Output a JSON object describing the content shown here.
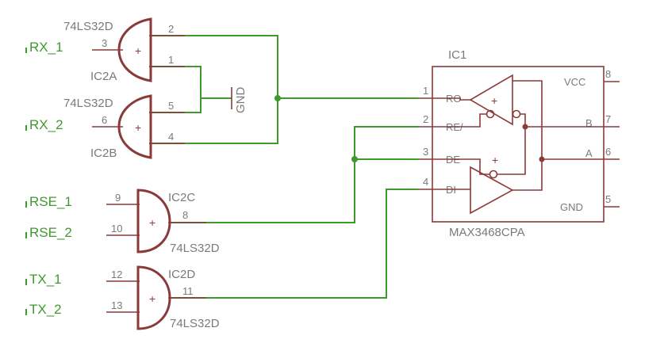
{
  "nets": {
    "rx1": "RX_1",
    "rx2": "RX_2",
    "rse1": "RSE_1",
    "rse2": "RSE_2",
    "tx1": "TX_1",
    "tx2": "TX_2",
    "gnd": "GND"
  },
  "gates": {
    "ic2a": {
      "part": "74LS32D",
      "name": "IC2A",
      "in1": "3",
      "in2": "1",
      "out": "2",
      "plus": "+"
    },
    "ic2b": {
      "part": "74LS32D",
      "name": "IC2B",
      "in1": "6",
      "in2": "4",
      "out": "5",
      "plus": "+"
    },
    "ic2c": {
      "part": "74LS32D",
      "name": "IC2C",
      "in1": "9",
      "in2": "10",
      "out": "8",
      "plus": "+"
    },
    "ic2d": {
      "part": "74LS32D",
      "name": "IC2D",
      "in1": "12",
      "in2": "13",
      "out": "11",
      "plus": "+"
    }
  },
  "ic1": {
    "name": "IC1",
    "part": "MAX3468CPA",
    "pins": {
      "ro": {
        "num": "1",
        "label": "RO"
      },
      "re": {
        "num": "2",
        "label": "RE/"
      },
      "de": {
        "num": "3",
        "label": "DE"
      },
      "di": {
        "num": "4",
        "label": "DI"
      },
      "gnd": {
        "num": "5",
        "label": "GND"
      },
      "a": {
        "num": "6",
        "label": "A"
      },
      "b": {
        "num": "7",
        "label": "B"
      },
      "vcc": {
        "num": "8",
        "label": "VCC"
      }
    },
    "plus": "+"
  }
}
